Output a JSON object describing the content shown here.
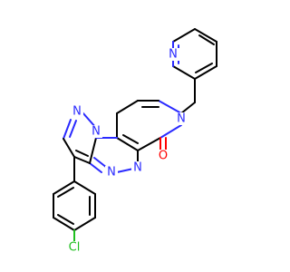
{
  "structure": {
    "atoms": {
      "n_pyridine": {
        "symbol": "N",
        "color": "#2a2aff"
      },
      "n_lactam": {
        "symbol": "N",
        "color": "#2a2aff"
      },
      "o_carbonyl": {
        "symbol": "O",
        "color": "#ff0000"
      },
      "n_pyrazole_1": {
        "symbol": "N",
        "color": "#2a2aff"
      },
      "n_pyrazole_2": {
        "symbol": "N",
        "color": "#2a2aff"
      },
      "n_triazine_1": {
        "symbol": "N",
        "color": "#2a2aff"
      },
      "n_triazine_2": {
        "symbol": "N",
        "color": "#2a2aff"
      },
      "cl": {
        "symbol": "Cl",
        "color": "#1fbf1f"
      }
    }
  }
}
